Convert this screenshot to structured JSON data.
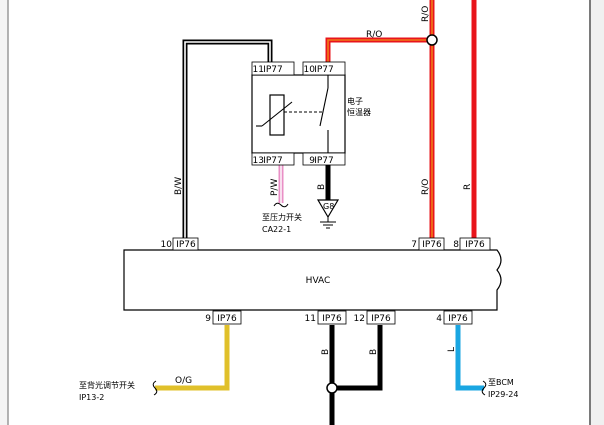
{
  "modules": {
    "hvac": {
      "label": "HVAC"
    },
    "thermostat": {
      "label_line1": "电子",
      "label_line2": "恒温器"
    }
  },
  "ground": {
    "label": "G8"
  },
  "connectors": {
    "ip77_11": {
      "pin": "11",
      "name": "IP77"
    },
    "ip77_10": {
      "pin": "10",
      "name": "IP77"
    },
    "ip77_13": {
      "pin": "13",
      "name": "IP77"
    },
    "ip77_9": {
      "pin": "9",
      "name": "IP77"
    },
    "ip76_10": {
      "pin": "10",
      "name": "IP76"
    },
    "ip76_7": {
      "pin": "7",
      "name": "IP76"
    },
    "ip76_8": {
      "pin": "8",
      "name": "IP76"
    },
    "ip76_9": {
      "pin": "9",
      "name": "IP76"
    },
    "ip76_11": {
      "pin": "11",
      "name": "IP76"
    },
    "ip76_12": {
      "pin": "12",
      "name": "IP76"
    },
    "ip76_4": {
      "pin": "4",
      "name": "IP76"
    }
  },
  "wires": {
    "bw": "B/W",
    "ro_top_horizontal": "R/O",
    "ro_top_vertical": "R/O",
    "ro_lower": "R/O",
    "r": "R",
    "pw": "P/W",
    "b_ground": "B",
    "og": "O/G",
    "b_11": "B",
    "b_12": "B",
    "l": "L"
  },
  "destinations": {
    "pressure_switch": {
      "line1": "至压力开关",
      "line2": "CA22-1"
    },
    "backlight": {
      "line1": "至背光调节开关",
      "line2": "IP13-2"
    },
    "bcm": {
      "line1": "至BCM",
      "line2": "IP29-24"
    }
  },
  "colors": {
    "red": "#e8141b",
    "orange": "#f07a18",
    "pink": "#e98fc6",
    "yellow": "#e0c02a",
    "blue": "#1aa6e2",
    "black": "#000000"
  }
}
